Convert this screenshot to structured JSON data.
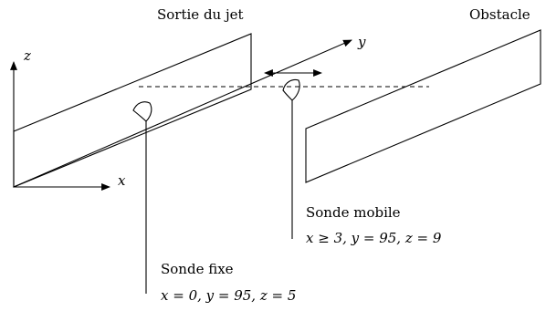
{
  "labels": {
    "jet_exit": "Sortie du jet",
    "obstacle": "Obstacle",
    "axis_x": "x",
    "axis_y": "y",
    "axis_z": "z",
    "mobile_probe": "Sonde mobile",
    "mobile_probe_coords": "x ≥ 3, y = 95, z = 9",
    "fixed_probe": "Sonde fixe",
    "fixed_probe_coords": "x = 0, y = 95, z = 5"
  }
}
